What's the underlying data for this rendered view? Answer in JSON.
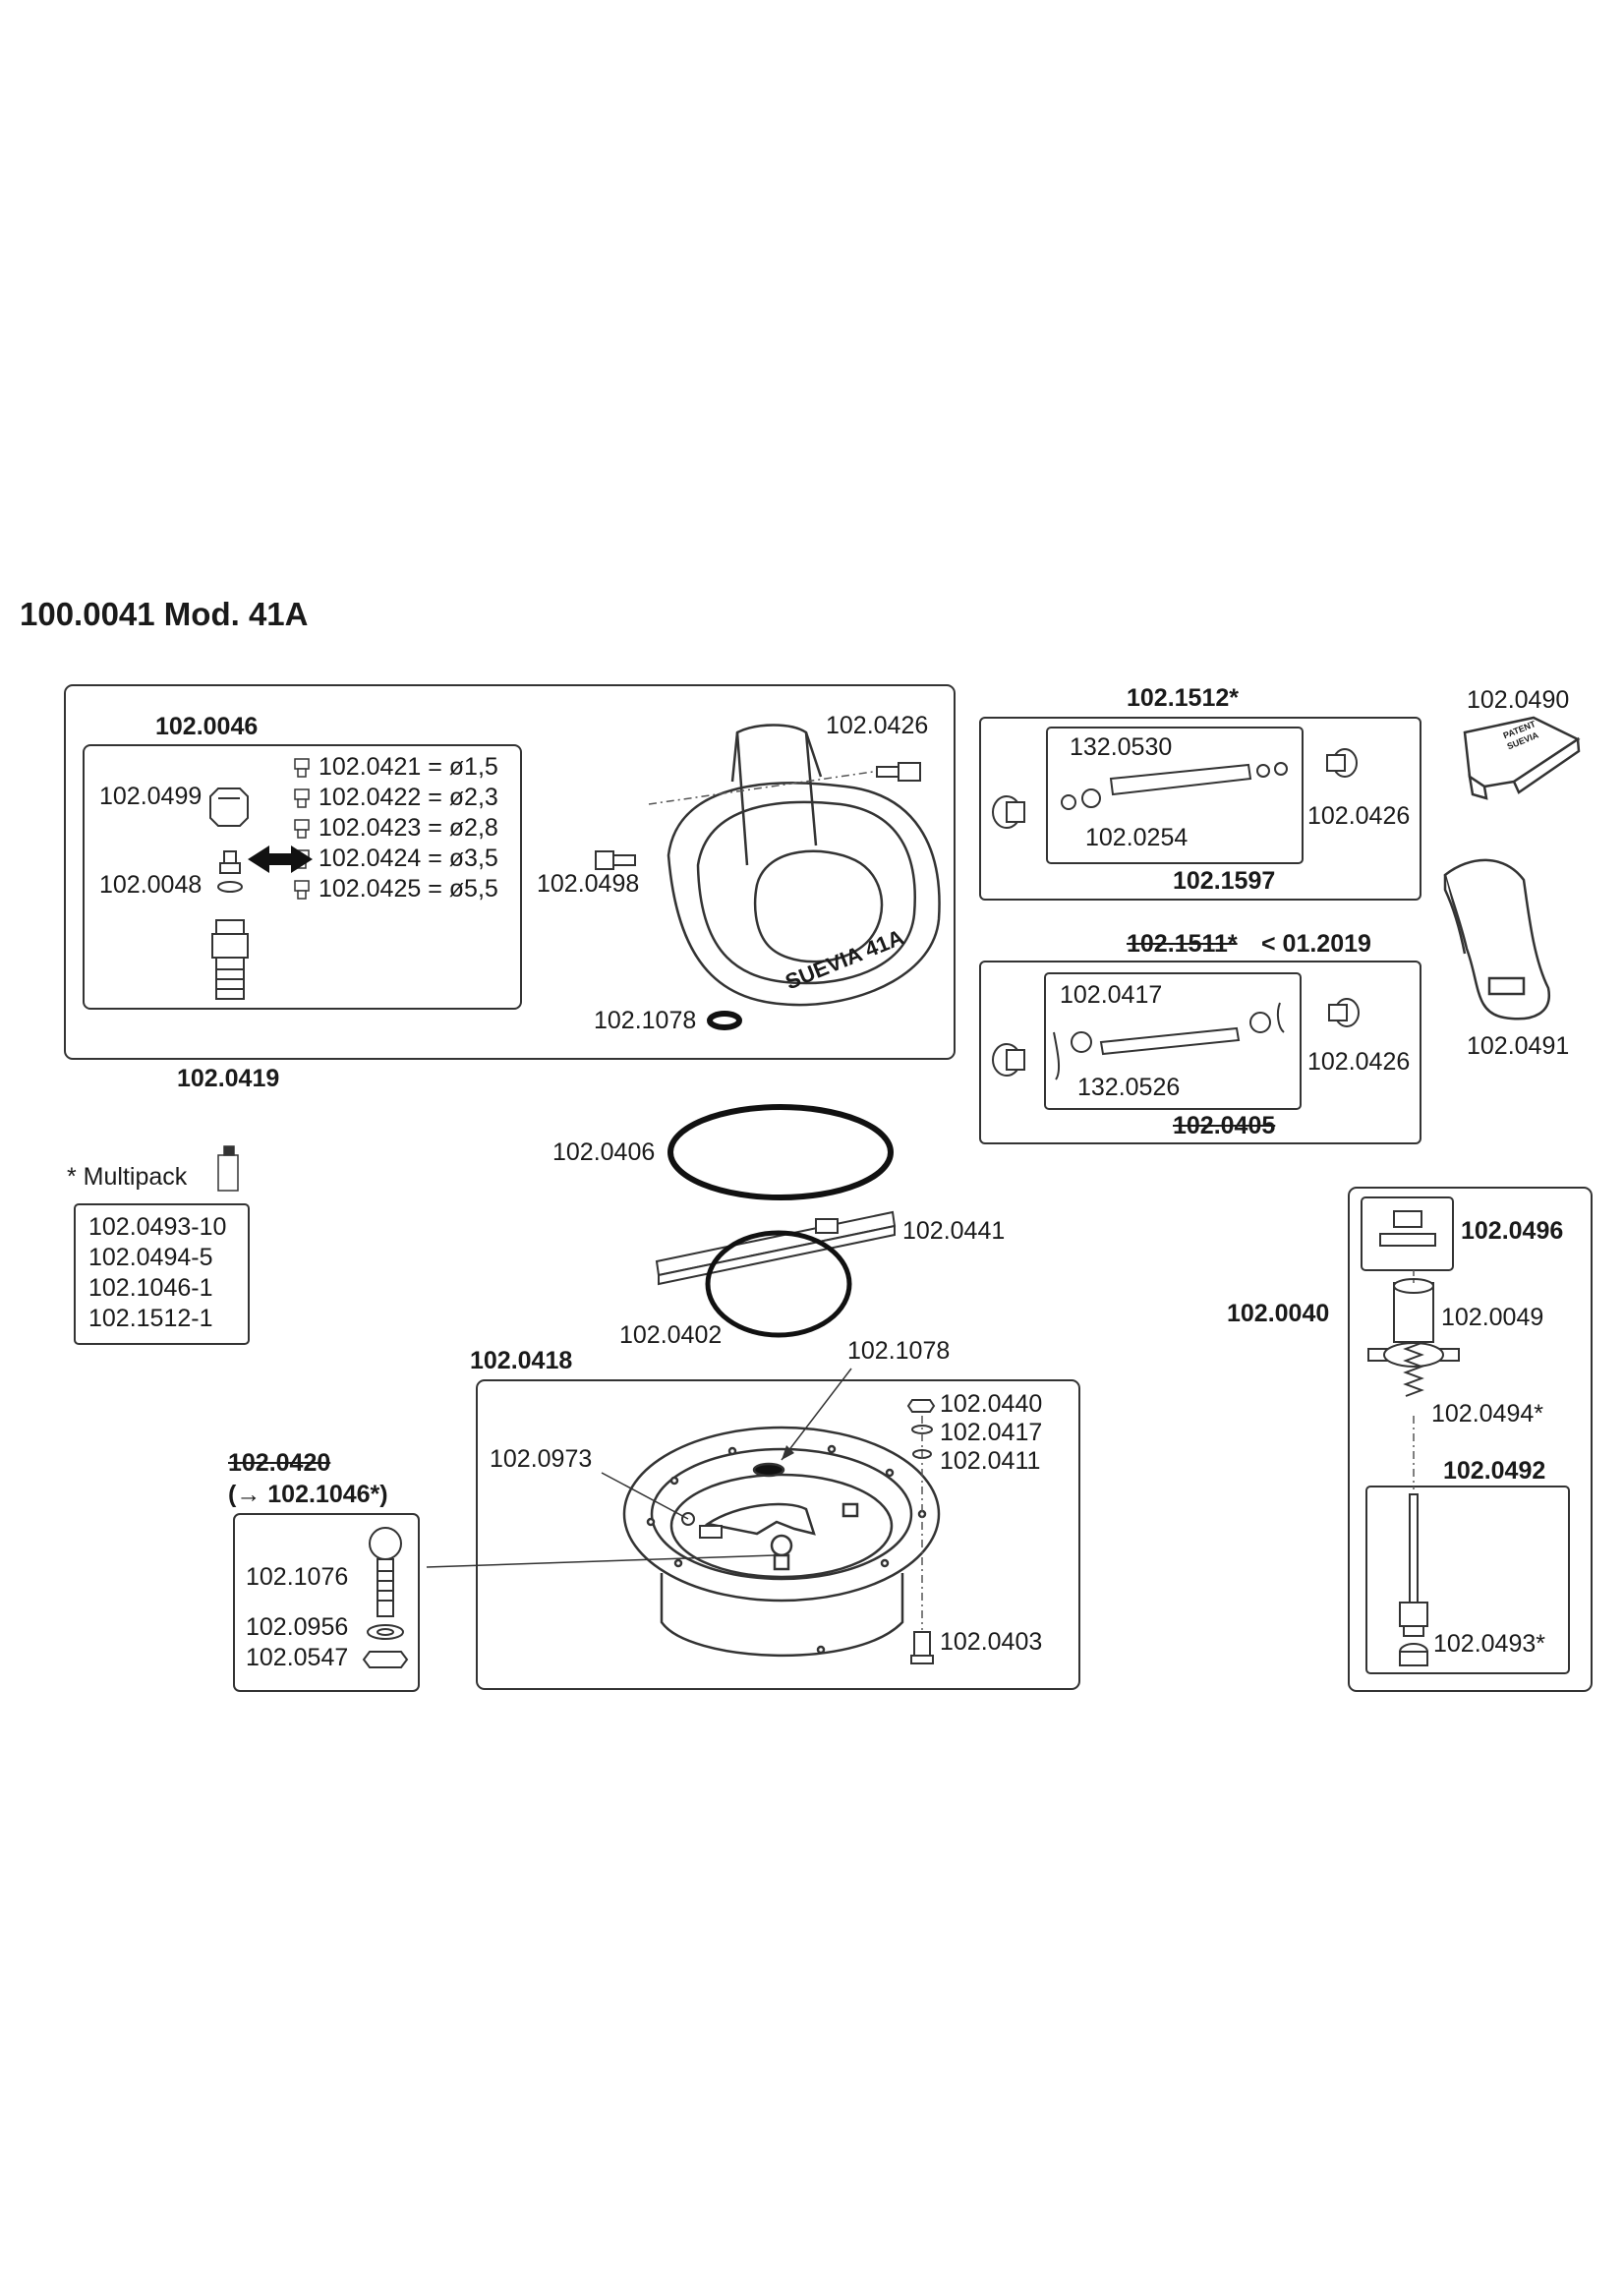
{
  "title": "100.0041 Mod. 41A",
  "bowl_assembly": {
    "label": "102.0419",
    "valve_kit": {
      "label": "102.0046",
      "parts": [
        "102.0499",
        "102.0048"
      ],
      "nozzles": [
        "102.0421 = ø1,5",
        "102.0422 = ø2,3",
        "102.0423 = ø2,8",
        "102.0424 = ø3,5",
        "102.0425 = ø5,5"
      ]
    },
    "parts": [
      "102.0426",
      "102.0498",
      "102.1078"
    ],
    "bowl_text": "SUEVIA 41A"
  },
  "lever_kit_new": {
    "label": "102.1512*",
    "sub_label": "102.1597",
    "parts": [
      "132.0530",
      "102.0254",
      "102.0426"
    ]
  },
  "lever_kit_old": {
    "label": "102.1511*",
    "date_note": "< 01.2019",
    "sub_label": "102.0405",
    "parts": [
      "102.0417",
      "132.0526",
      "102.0426"
    ]
  },
  "covers": {
    "part_a": "102.0490",
    "part_a_text": [
      "PATENT",
      "SUEVIA"
    ],
    "part_b": "102.0491"
  },
  "multipack": {
    "heading": "* Multipack",
    "items": [
      "102.0493-10",
      "102.0494-5",
      "102.1046-1",
      "102.1512-1"
    ]
  },
  "rings": {
    "seal": "102.0406",
    "clamp": "102.0441",
    "ring": "102.0402"
  },
  "housing": {
    "label": "102.0418",
    "parts": [
      "102.1078",
      "102.0440",
      "102.0417",
      "102.0411",
      "102.0973",
      "102.0403"
    ]
  },
  "nipple_kit": {
    "label_old": "102.0420",
    "label_new": "(→ 102.1046*)",
    "parts": [
      "102.1076",
      "102.0956",
      "102.0547"
    ]
  },
  "valve_unit": {
    "label": "102.0040",
    "top_label": "102.0496",
    "sub_label": "102.0492",
    "parts": [
      "102.0049",
      "102.0494*",
      "102.0493*"
    ]
  }
}
